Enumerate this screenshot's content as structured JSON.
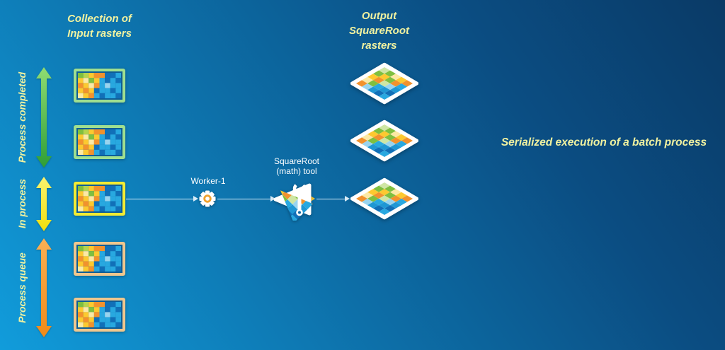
{
  "headings": {
    "input_line1": "Collection of",
    "input_line2": "Input rasters",
    "output_line1": "Output",
    "output_line2": "SquareRoot",
    "output_line3": "rasters"
  },
  "caption": {
    "text": "Serialized execution of a batch process"
  },
  "lanes": {
    "completed": {
      "label": "Process completed",
      "status": "completed"
    },
    "in_process": {
      "label": "In process",
      "status": "in-process"
    },
    "queue": {
      "label": "Process queue",
      "status": "queued"
    }
  },
  "workflow": {
    "worker_label": "Worker-1",
    "tool_line1": "SquareRoot",
    "tool_line2": "(math) tool"
  },
  "input_rasters": [
    {
      "status": "completed"
    },
    {
      "status": "completed"
    },
    {
      "status": "in-process"
    },
    {
      "status": "queued"
    },
    {
      "status": "queued"
    }
  ],
  "output_raster_count": 3,
  "icons": {
    "worker": "gear-icon",
    "tool": "wrench-over-raster-triangle-icon",
    "flow": "arrowhead-icon",
    "lanes": "double-headed-arrow-icon"
  },
  "colors": {
    "bg_bottom_left": "#119cdb",
    "bg_mid1": "#0d6fa8",
    "bg_mid2": "#0b4d82",
    "bg_top_right": "#0a3a66",
    "text_yellow": "#f1f2a0",
    "text_white": "#ffffff",
    "flow_line": "#d9edf8",
    "out_port_yellow": "#f2c234",
    "arrow_green_light": "#8fdc72",
    "arrow_green_dark": "#2f9e36",
    "arrow_yellow_light": "#fbf370",
    "arrow_yellow_dark": "#efdf0c",
    "arrow_orange_light": "#f9b054",
    "arrow_orange_dark": "#f08a18",
    "border_completed": "#9fdf90",
    "border_in_process": "#f3ec33",
    "border_queued": "#f0c78e",
    "raster_inner": "#0d5d97",
    "diamond_frame": "#ffffff",
    "gear_ring": "#f0a22e",
    "wrench_hole": "#0e68a4",
    "palette": {
      "g": "#7fbf3f",
      "lg": "#b4d44e",
      "y": "#fdc92f",
      "py": "#fce9a4",
      "o": "#f2922d",
      "lb": "#28a8e0",
      "db": "#1170b8",
      "pb": "#99d4ef",
      "pg": "#cfe6a4",
      "b": "#1f97d4"
    }
  },
  "mosaics": {
    "input_grid": [
      [
        "g",
        "lg",
        "y",
        "o",
        "o",
        "db",
        "db",
        "lb"
      ],
      [
        "y",
        "py",
        "g",
        "y",
        "lb",
        "db",
        "lb",
        "db"
      ],
      [
        "o",
        "y",
        "py",
        "o",
        "lb",
        "pb",
        "lb",
        "lb"
      ],
      [
        "y",
        "o",
        "y",
        "db",
        "lb",
        "lb",
        "db",
        "lb"
      ],
      [
        "py",
        "y",
        "o",
        "lb",
        "db",
        "lb",
        "lb",
        "db"
      ]
    ],
    "diamond_grid": [
      [
        "pg",
        "g",
        "py",
        "y",
        "o"
      ],
      [
        "g",
        "y",
        "g",
        "o",
        "lb"
      ],
      [
        "y",
        "o",
        "pg",
        "pb",
        "b"
      ],
      [
        "py",
        "g",
        "lb",
        "b",
        "db"
      ],
      [
        "o",
        "pb",
        "b",
        "db",
        "lb"
      ]
    ]
  }
}
